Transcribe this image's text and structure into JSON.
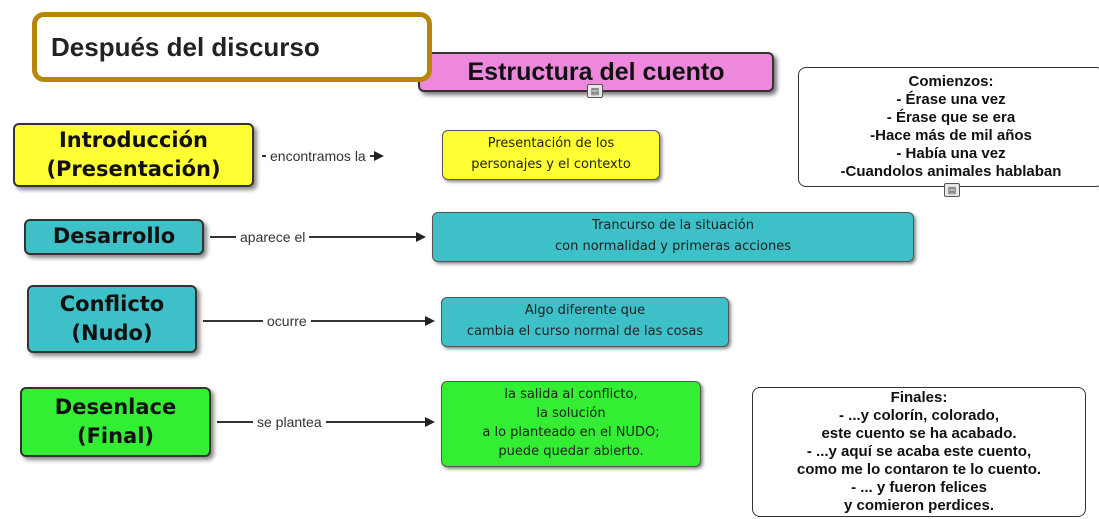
{
  "banner": {
    "text": "Después del discurso"
  },
  "title": {
    "text": "Estructura del cuento",
    "icon": "doc-icon"
  },
  "rows": [
    {
      "concept": [
        "Introducción",
        "(Presentación)"
      ],
      "link": "encontramos la",
      "desc": [
        "Presentación de los",
        "personajes y el contexto"
      ],
      "color": "#ffff33"
    },
    {
      "concept": [
        "Desarrollo"
      ],
      "link": "aparece el",
      "desc": [
        "Trancurso de la situación",
        "con normalidad y primeras acciones"
      ],
      "color": "#3ec0c8"
    },
    {
      "concept": [
        "Conflicto",
        "(Nudo)"
      ],
      "link": "ocurre",
      "desc": [
        "Algo diferente que",
        "cambia el curso normal de las cosas"
      ],
      "color": "#3ec0c8"
    },
    {
      "concept": [
        "Desenlace",
        "(Final)"
      ],
      "link": "se plantea",
      "desc": [
        "la salida al conflicto,",
        "la solución",
        "a lo planteado en el NUDO;",
        "puede quedar abierto."
      ],
      "color": "#33ee33"
    }
  ],
  "comienzos": {
    "lines": [
      "Comienzos:",
      "- Érase una vez",
      "- Érase que se era",
      "-Hace más de mil años",
      "- Había una vez",
      "-Cuandolos animales hablaban"
    ],
    "icon": "doc-icon"
  },
  "finales": {
    "lines": [
      "Finales:",
      "- ...y colorín, colorado,",
      "este cuento se ha acabado.",
      "- ...y aquí se acaba este cuento,",
      "como me lo contaron te lo cuento.",
      "- ... y fueron felices",
      "y comieron perdices."
    ]
  }
}
